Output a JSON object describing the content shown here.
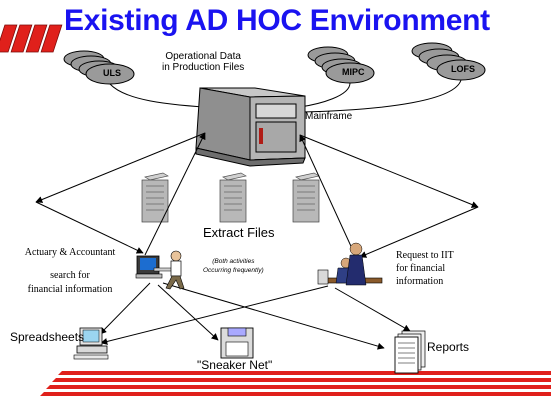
{
  "title": "Existing AD HOC Environment",
  "production": {
    "caption_line1": "Operational Data",
    "caption_line2": "in Production Files",
    "stacks": [
      "ULS",
      "MIPC",
      "LOFS"
    ]
  },
  "mainframe": {
    "label": "Mainframe"
  },
  "extract": {
    "label": "Extract Files"
  },
  "actuary": {
    "line1": "Actuary & Accountant",
    "line2": "search for",
    "line3": "financial information"
  },
  "both_note": {
    "line1": "(Both activities",
    "line2": "Occurring frequently)"
  },
  "request": {
    "line1": "Request to IIT",
    "line2": "for financial",
    "line3": "information"
  },
  "spreadsheets": {
    "label": "Spreadsheets"
  },
  "sneaker": {
    "label": "\"Sneaker Net\""
  },
  "reports": {
    "label": "Reports"
  },
  "colors": {
    "title": "#1a13f0",
    "accent_red": "#e0201b",
    "mainframe": "#9a9a9a",
    "disk": "#9a9a9a"
  }
}
